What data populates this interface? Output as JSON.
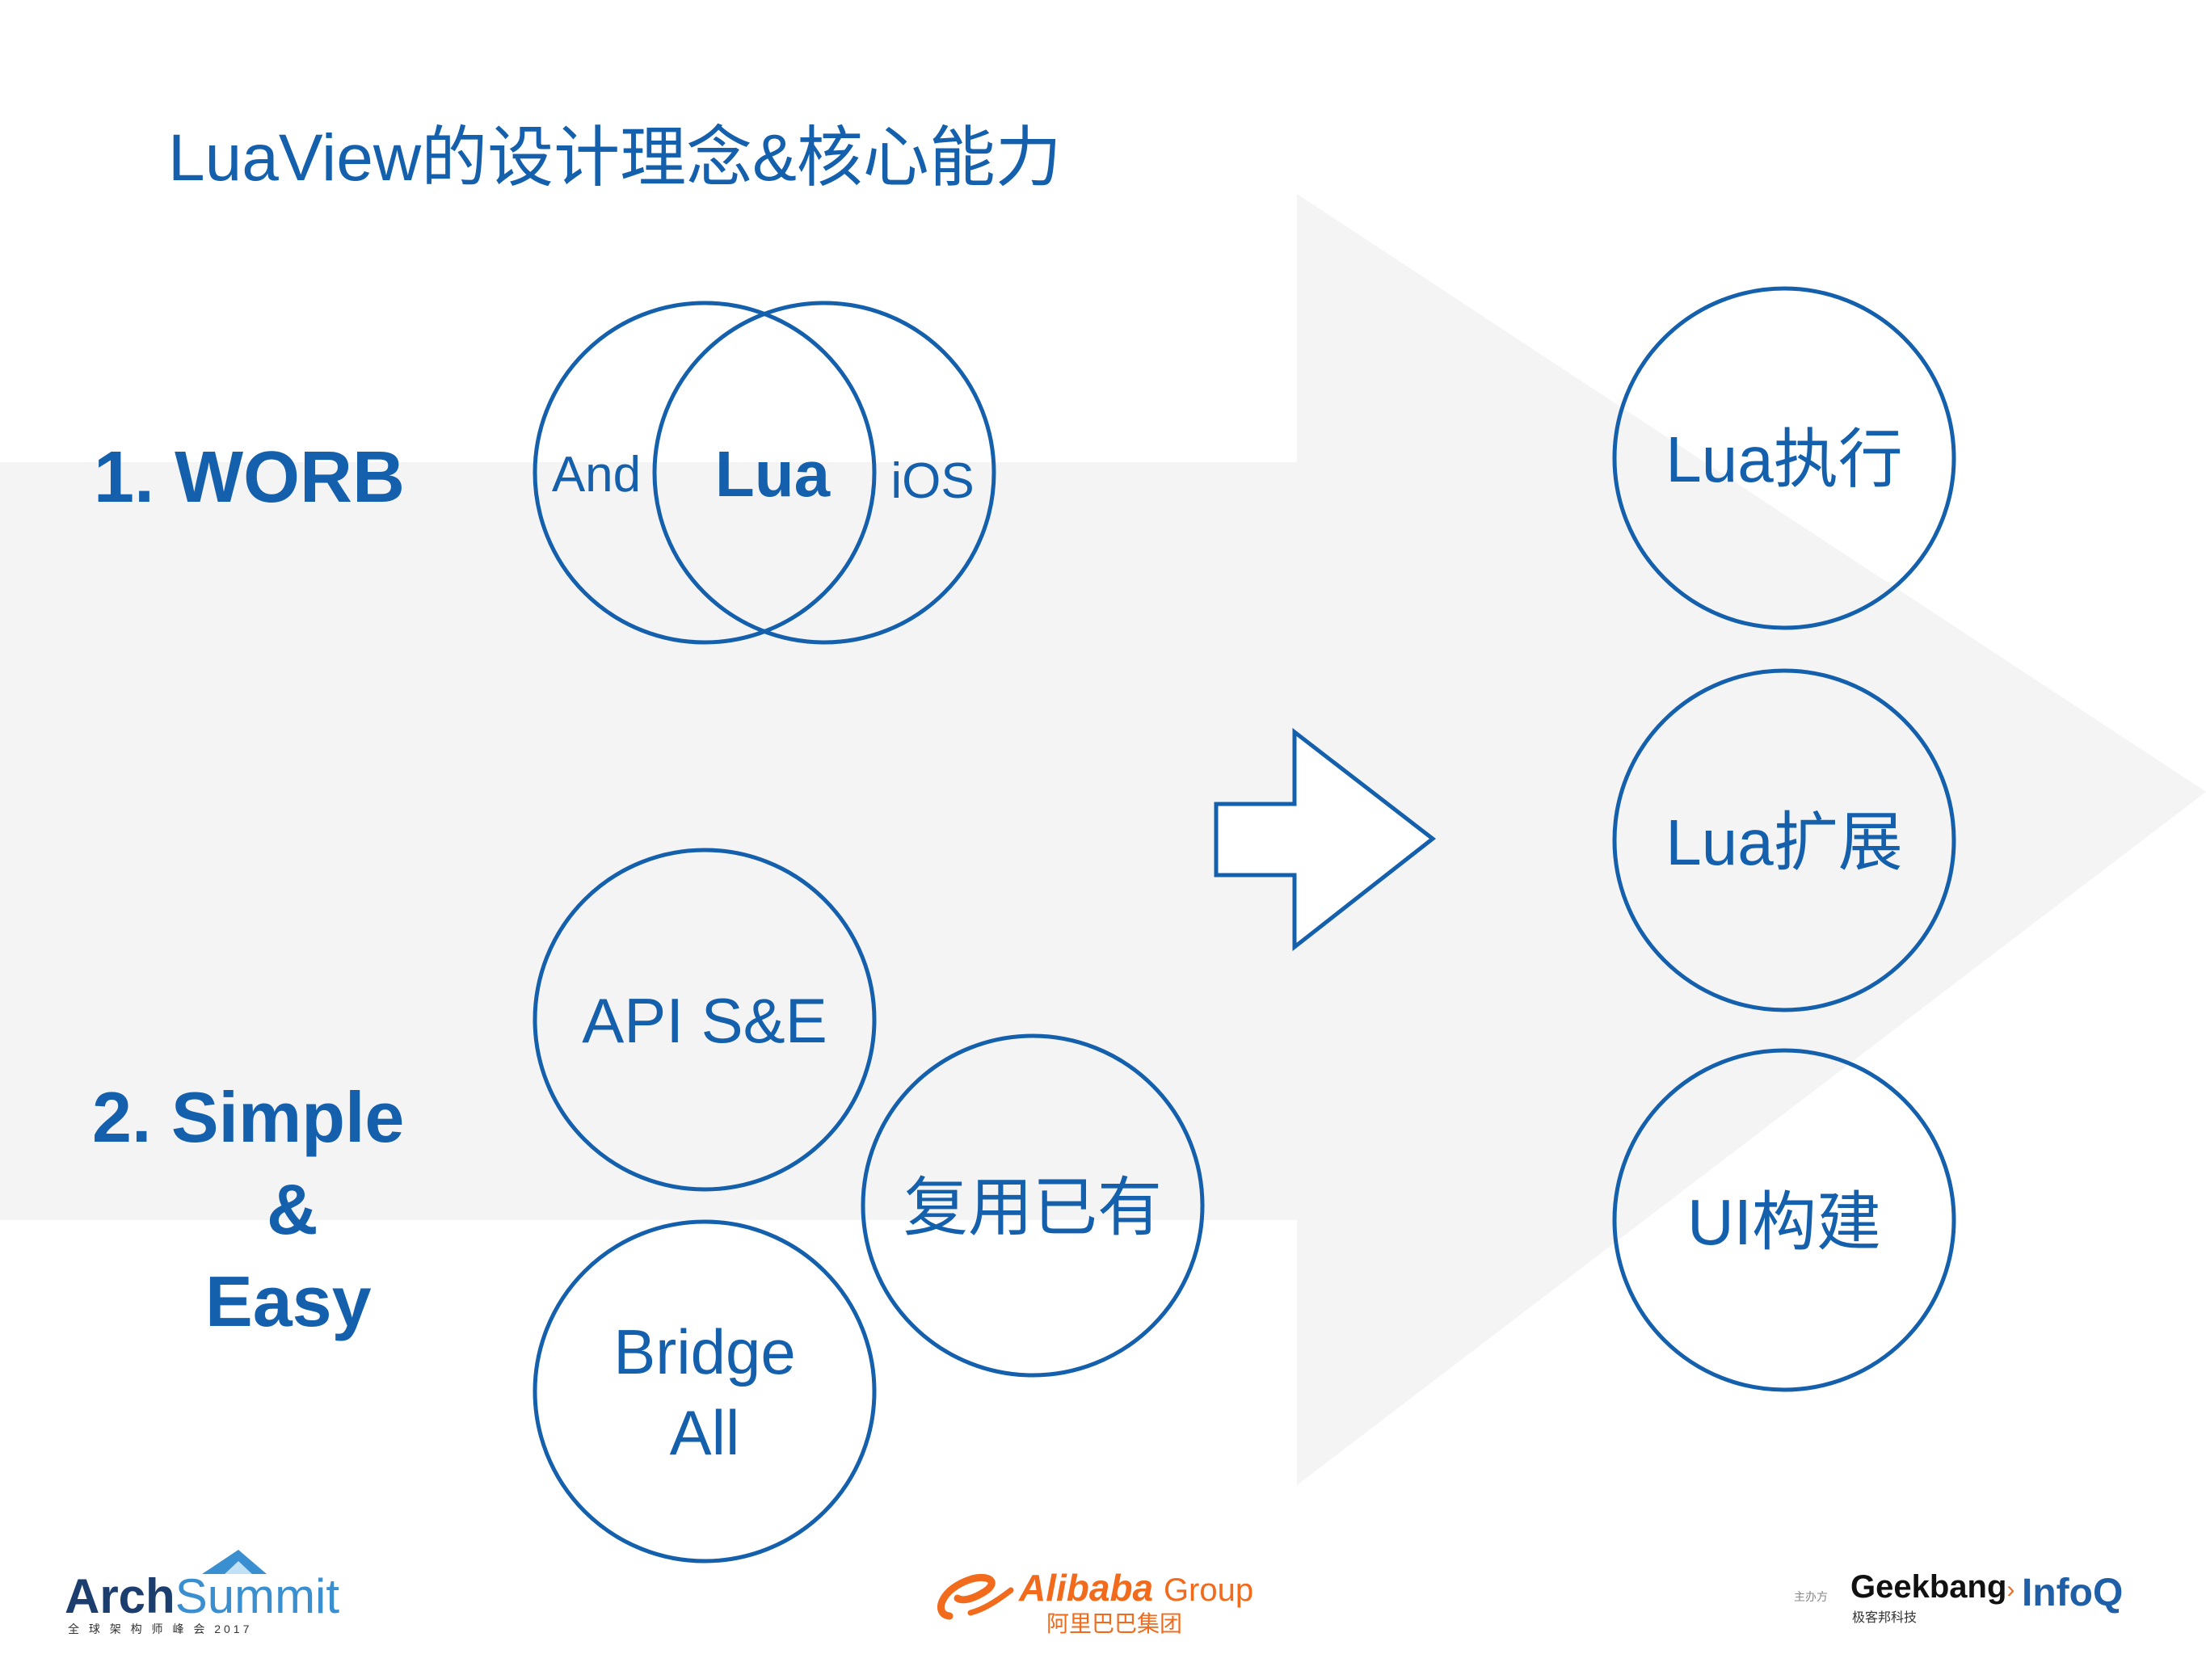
{
  "slide": {
    "title": "LuaView的设计理念&核心能力"
  },
  "left": {
    "worb_label": "1. WORB",
    "simple_line1": "2. Simple",
    "simple_line2": "&",
    "simple_line3": "Easy"
  },
  "venn": {
    "left": "And",
    "center": "Lua",
    "right": "iOS"
  },
  "circles_simple": {
    "api": "API S&E",
    "reuse": "复用已有",
    "bridge_line1": "Bridge",
    "bridge_line2": "All"
  },
  "capabilities": {
    "exec": "Lua执行",
    "extend": "Lua扩展",
    "ui": "UI构建"
  },
  "footer": {
    "arch_arch": "Arch",
    "arch_summit": "Summit",
    "arch_sub": "全 球 架 构 师 峰 会 2017",
    "alibaba_name": "Alibaba",
    "alibaba_group": "Group",
    "alibaba_cn": "阿里巴巴集团",
    "host_label": "主办方",
    "geekbang": "Geekbang",
    "geekbang_sub": "极客邦科技",
    "infoq": "InfoQ"
  },
  "colors": {
    "accent": "#1460ad",
    "arrow_bg": "#f4f4f4",
    "alibaba_orange": "#f26a1b"
  }
}
